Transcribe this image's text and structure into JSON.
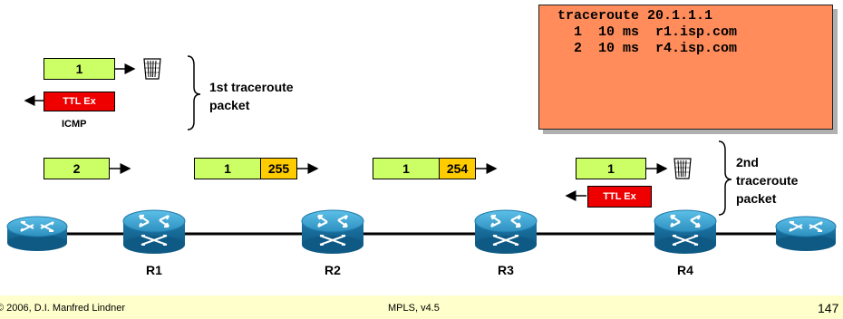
{
  "terminal": {
    "lines": [
      "traceroute 20.1.1.1",
      "  1  10 ms  r1.isp.com",
      "  2  10 ms  r4.isp.com"
    ]
  },
  "packets": {
    "p1": "1",
    "p2": "2",
    "p3": "1",
    "p3_label": "255",
    "p4": "1",
    "p4_label": "254",
    "p5": "1"
  },
  "ttl_expired": "TTL Ex",
  "icmp": "ICMP",
  "annotations": {
    "first": [
      "1st traceroute",
      "packet"
    ],
    "second": [
      "2nd",
      "traceroute",
      "packet"
    ]
  },
  "routers": [
    "R1",
    "R2",
    "R3",
    "R4"
  ],
  "footer": {
    "copyright": "© 2006, D.I. Manfred Lindner",
    "course": "MPLS, v4.5",
    "page": "147"
  },
  "colors": {
    "packet": "#ccff66",
    "label": "#ffcc00",
    "ttl": "#ee0000",
    "terminal": "#ff8c5a",
    "router": "#2d8fbf",
    "footer": "#ffffcc"
  }
}
